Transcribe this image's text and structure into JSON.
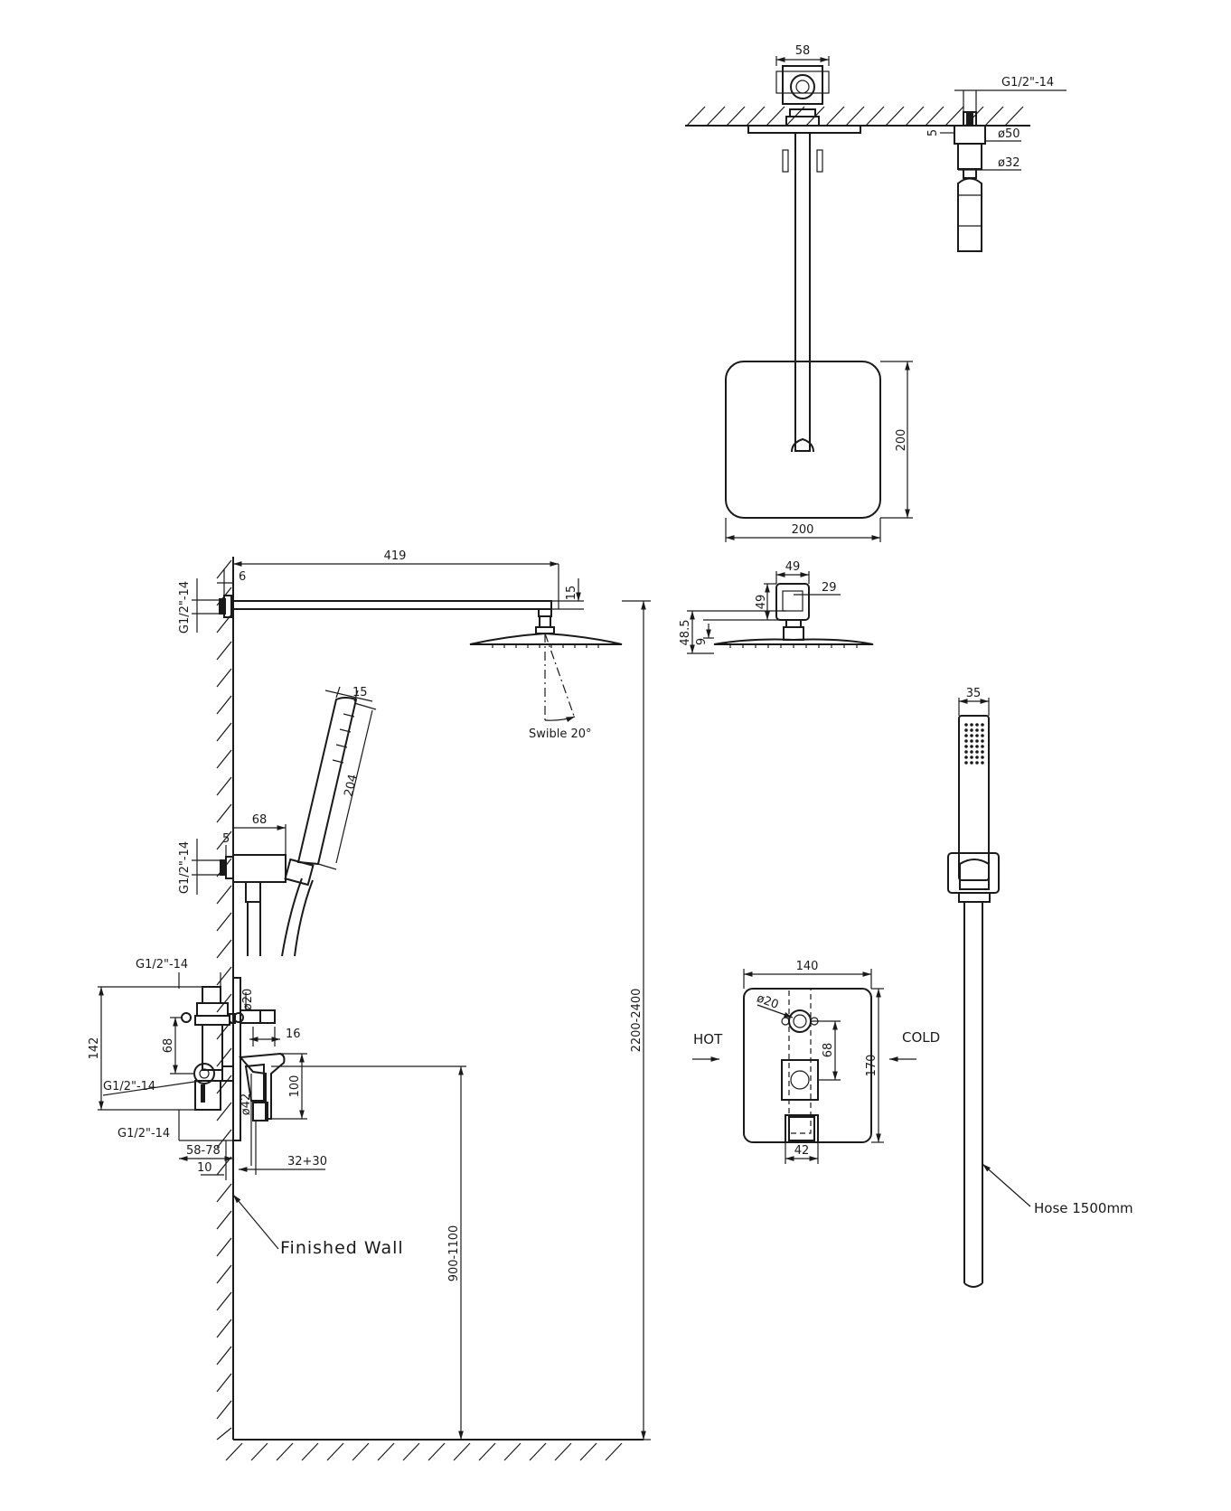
{
  "side_view": {
    "arm_length": "419",
    "wall_flange": "6",
    "arm_offset": "15",
    "inlet_thread_top": "G1/2\"-14",
    "head_swivel": "Swible 20°",
    "total_height": "2200-2400",
    "handheld_length": "204",
    "handheld_width": "15",
    "outlet_depth": "68",
    "outlet_flange": "5",
    "inlet_thread_mid": "G1/2\"-14",
    "valve_thread_top": "G1/2\"-14",
    "valve_height": "142",
    "valve_spacing": "68",
    "valve_thread_left": "G1/2\"-14",
    "valve_thread_bottom": "G1/2\"-14",
    "valve_depth": "58-78",
    "wall_gap": "10",
    "valve_diameter_20": "ø20",
    "valve_dim_16": "16",
    "valve_diameter_42": "ø42",
    "handle_height": "100",
    "handle_depth": "32+30",
    "valve_height_floor": "900-1100",
    "wall_label": "Finished Wall"
  },
  "top_view": {
    "mount_width": "58",
    "ceiling_thread": "G1/2\"-14",
    "flange_5": "5",
    "flange_diameter": "ø50",
    "pipe_diameter": "ø32",
    "head_height": "200",
    "head_width": "200"
  },
  "head_profile": {
    "width_49": "49",
    "dim_29": "29",
    "height_49": "49",
    "total_48_5": "48.5",
    "plate_9": "9"
  },
  "handheld_view": {
    "width": "35",
    "hose_label": "Hose 1500mm"
  },
  "valve_front": {
    "plate_width": "140",
    "plate_height": "170",
    "port_diameter": "ø20",
    "port_spacing": "68",
    "handle_width": "42",
    "hot_label": "HOT",
    "cold_label": "COLD"
  }
}
